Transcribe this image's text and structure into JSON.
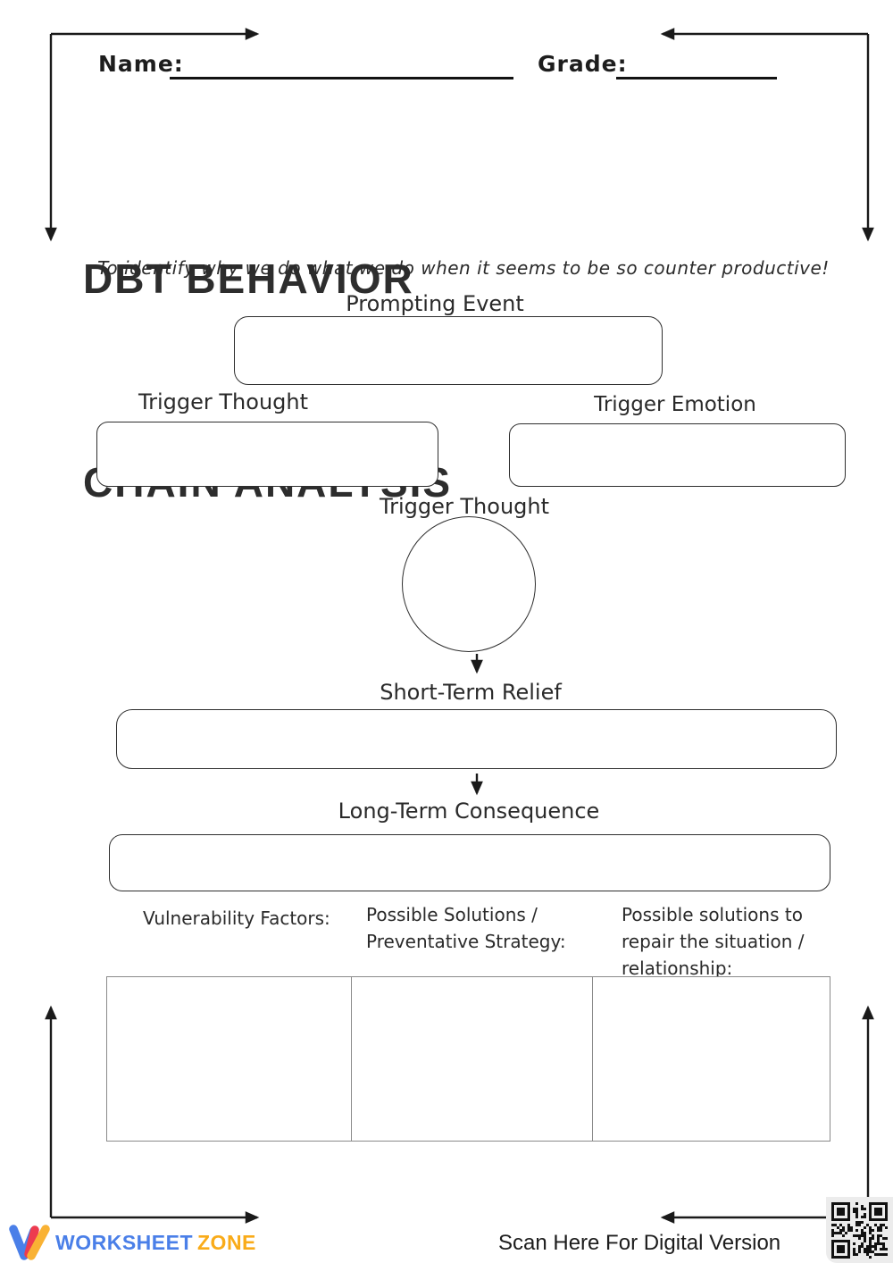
{
  "header": {
    "name_label": "Name:",
    "grade_label": "Grade:",
    "title_line1": "DBT BEHAVIOR",
    "title_line2": "CHAIN ANALYSIS",
    "subtitle": "To identify why we do what we do when it seems to be so counter productive!"
  },
  "diagram": {
    "prompting_event_label": "Prompting Event",
    "trigger_thought_label": "Trigger Thought",
    "trigger_emotion_label": "Trigger Emotion",
    "trigger_thought_circle_label": "Trigger Thought",
    "short_term_relief_label": "Short-Term Relief",
    "long_term_consequence_label": "Long-Term Consequence"
  },
  "columns": [
    {
      "lines": [
        "Vulnerability Factors:"
      ]
    },
    {
      "lines": [
        "Possible Solutions /",
        "Preventative Strategy:"
      ]
    },
    {
      "lines": [
        "Possible solutions to",
        "repair the situation /",
        "relationship:"
      ]
    }
  ],
  "footer": {
    "brand_word1": "WORKSHEET",
    "brand_word2": "ZONE",
    "scan_label": "Scan Here For Digital Version"
  },
  "icons": {
    "logo": "worksheetzone-w-logo",
    "qr": "qr-code"
  },
  "colors": {
    "ink": "#2d2d2d",
    "diagram_line": "#1a1a1a",
    "box_border": "#2e2e2e",
    "table_border": "#8a8a8a",
    "brand_blue": "#4a7fe8",
    "brand_red": "#ed3b4f",
    "brand_yellow": "#f9b234",
    "qr_background": "#ececec"
  }
}
